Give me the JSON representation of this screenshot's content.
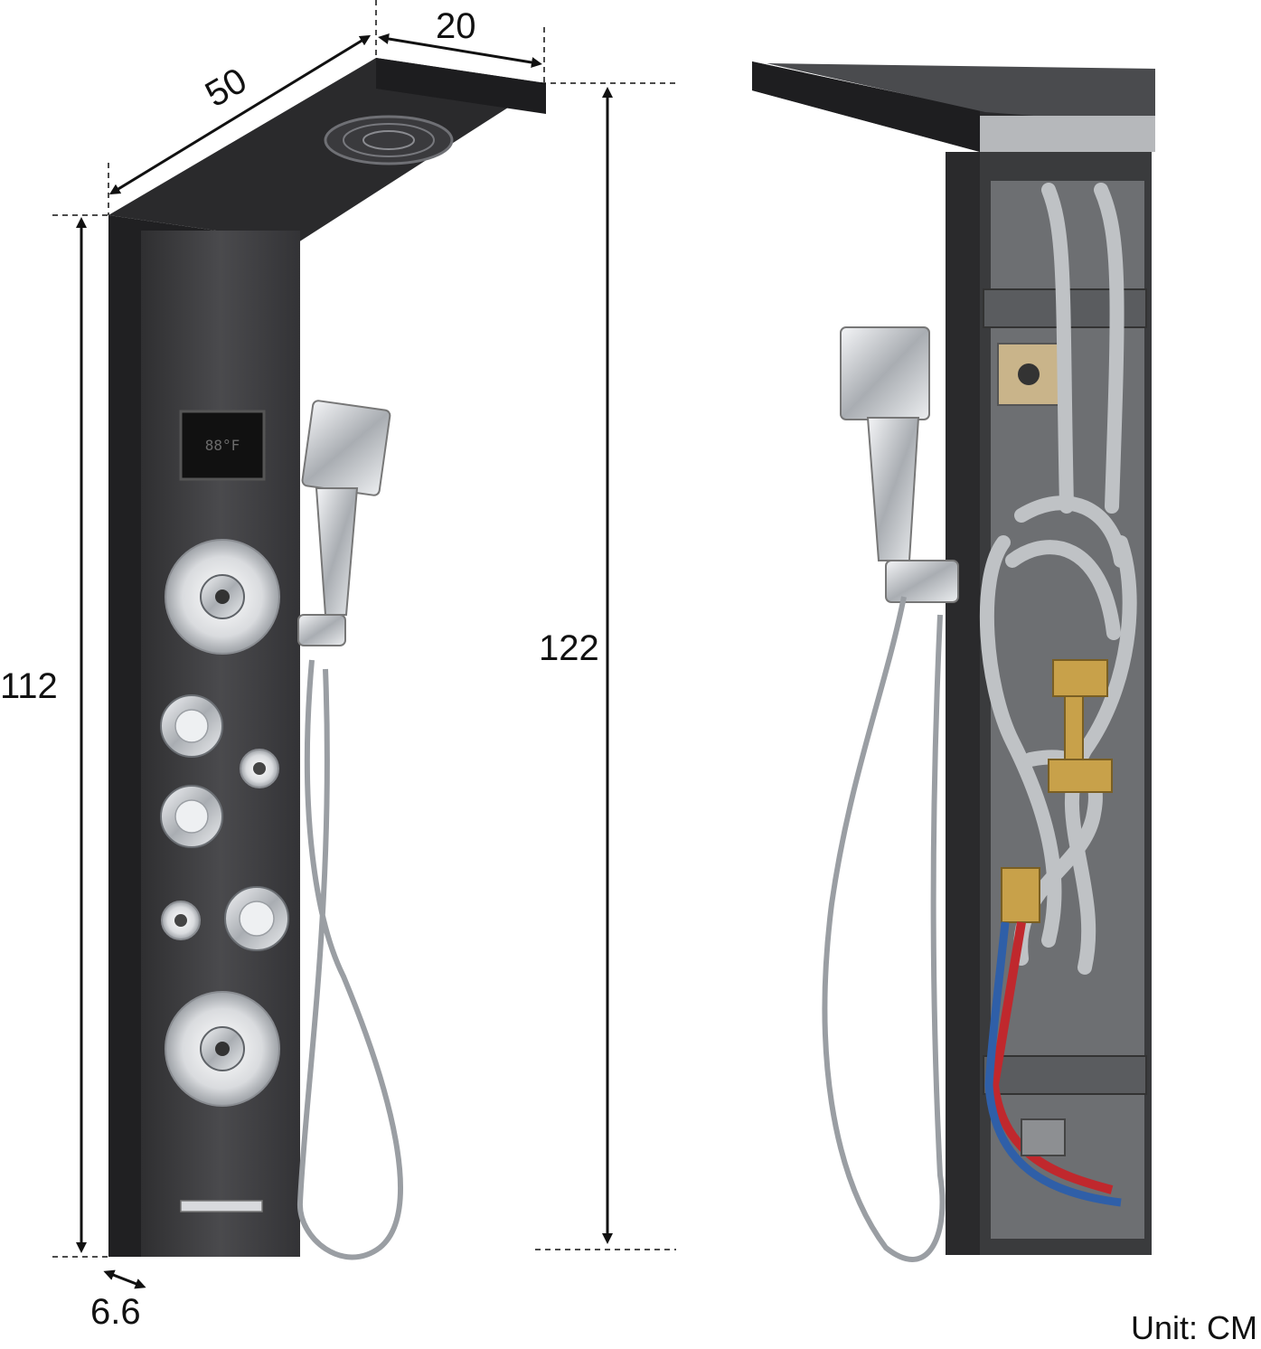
{
  "dimensions": {
    "width_top": "50",
    "depth_top": "20",
    "panel_height": "112",
    "total_height": "122",
    "panel_thickness": "6.6"
  },
  "unit_label": "Unit: CM",
  "display_readout": "88°F",
  "colors": {
    "panel": "#3b3b3d",
    "panel_dark": "#242426",
    "chrome": "#d7d9dc",
    "hose_gray": "#bfc2c5",
    "brass": "#c8a14a",
    "red_hose": "#c0282d",
    "blue_hose": "#2f5fa8"
  }
}
